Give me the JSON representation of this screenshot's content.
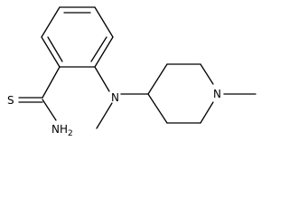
{
  "structure": {
    "atoms": {
      "thioamide_sulfur": "S",
      "thioamide_amine": "NH",
      "thioamide_amine_subscript": "2",
      "aniline_nitrogen": "N",
      "piperidine_nitrogen": "N"
    }
  }
}
